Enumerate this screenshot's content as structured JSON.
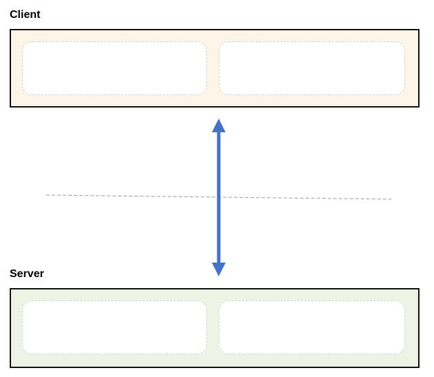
{
  "client": {
    "label": "Client",
    "fill_color": "#fdf6e8"
  },
  "server": {
    "label": "Server",
    "fill_color": "#eef3e6"
  },
  "connector": {
    "color": "#4472c4",
    "direction": "bidirectional"
  },
  "divider": {
    "style": "dashed",
    "color": "#9a9a9a"
  }
}
